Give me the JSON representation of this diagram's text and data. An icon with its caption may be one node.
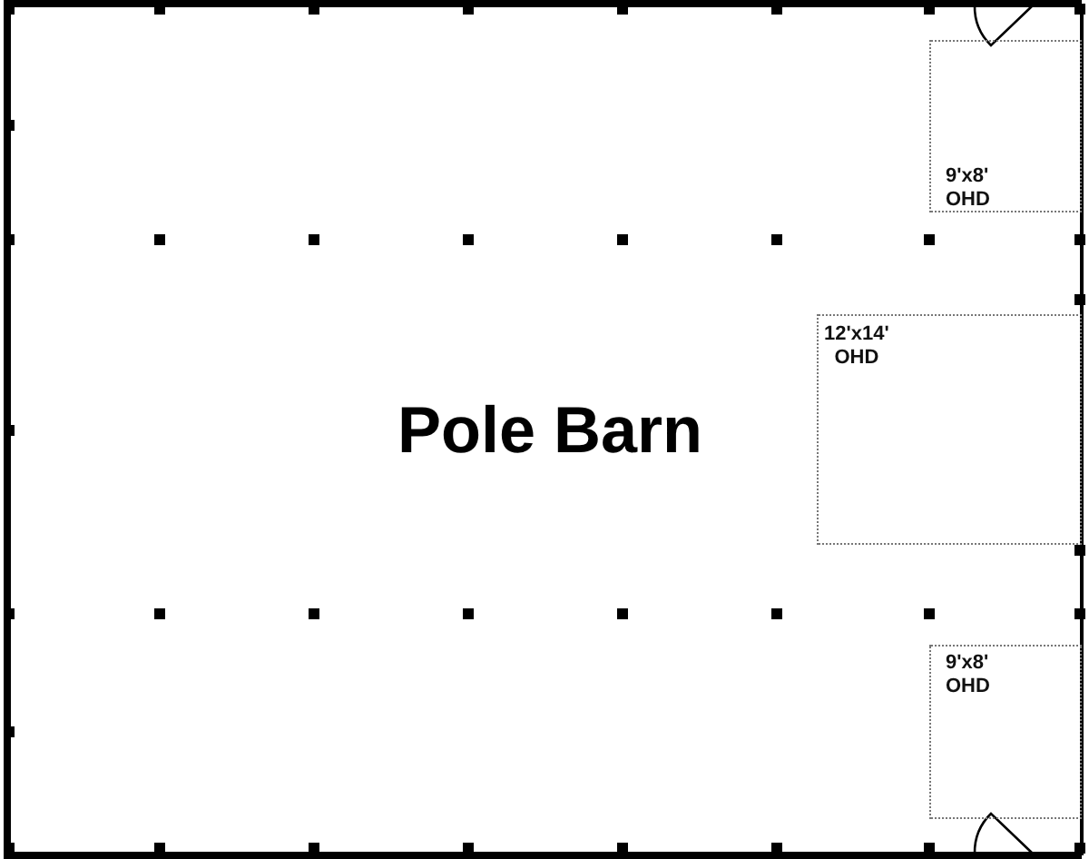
{
  "diagram": {
    "nodes": [
      {
        "text": [
          "9'x8' OHD"
        ]
      },
      {
        "text": [
          "12'x14' OHD"
        ]
      },
      {
        "text": [
          "9'x8' OHD"
        ]
      }
    ],
    "edges": [],
    "labels": [
      "Pole Barn"
    ]
  }
}
